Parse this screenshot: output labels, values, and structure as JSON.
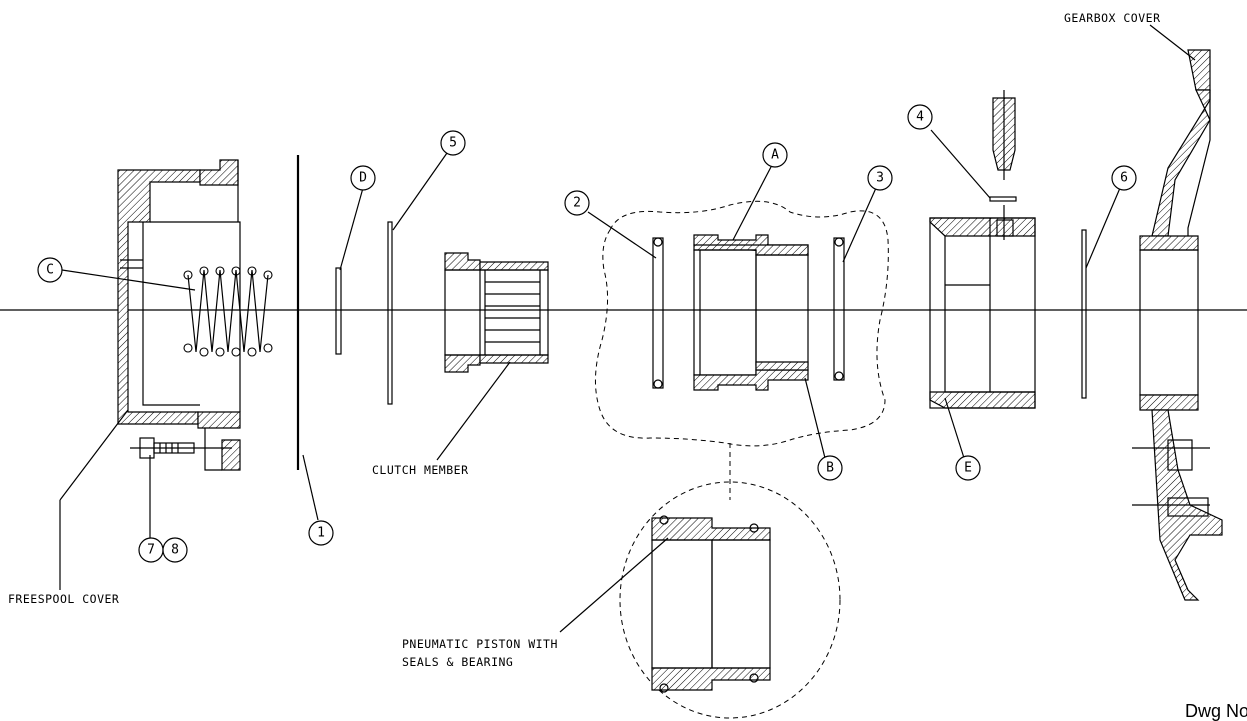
{
  "labels": {
    "gearbox_cover": "GEARBOX COVER",
    "freespool_cover": "FREESPOOL COVER",
    "clutch_member": "CLUTCH MEMBER",
    "piston_line1": "PNEUMATIC PISTON WITH",
    "piston_line2": "SEALS & BEARING",
    "dwg_no": "Dwg No"
  },
  "balloons": {
    "b1": "1",
    "b2": "2",
    "b3": "3",
    "b4": "4",
    "b5": "5",
    "b6": "6",
    "b7": "7",
    "b8": "8",
    "bA": "A",
    "bB": "B",
    "bC": "C",
    "bD": "D",
    "bE": "E"
  }
}
